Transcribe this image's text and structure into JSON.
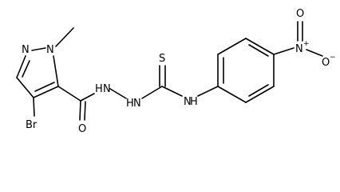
{
  "atoms": {
    "n_pyrazole_top": "N",
    "n_pyrazole_methyl": "N",
    "bromine": "Br",
    "carbonyl_oxygen": "O",
    "hydrazide_nh_1": "H",
    "hydrazide_nh_1_n": "N",
    "hydrazide_nh_2": "H",
    "hydrazide_nh_2_n": "N",
    "thione_sulfur": "S",
    "anilide_nh_n": "N",
    "anilide_nh_h": "H",
    "nitro_nitrogen": "N",
    "nitro_plus": "+",
    "nitro_oxygen_top": "O",
    "nitro_oxygen_right": "O",
    "nitro_minus": "−"
  },
  "colors": {
    "bond": "#000000",
    "text": "#000000",
    "background": "#ffffff"
  }
}
